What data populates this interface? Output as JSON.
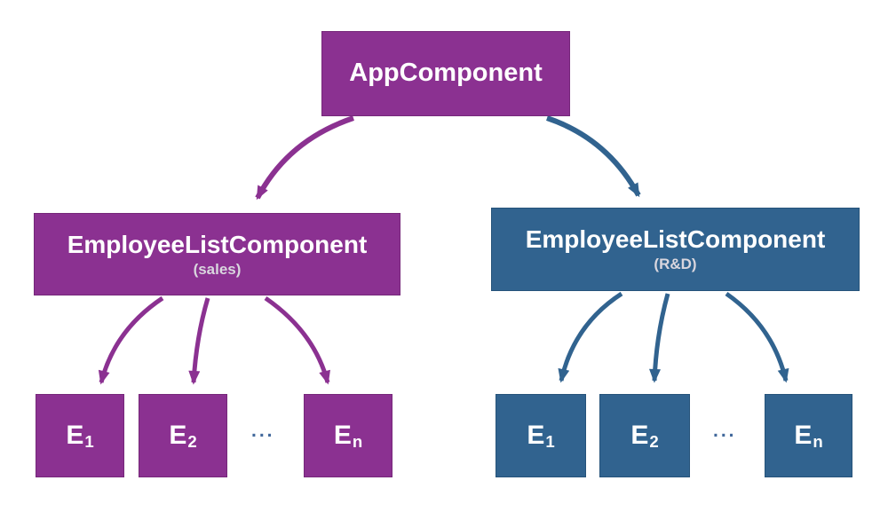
{
  "diagram": {
    "root": {
      "label": "AppComponent"
    },
    "groups": [
      {
        "label": "EmployeeListComponent",
        "sublabel": "(sales)",
        "ellipsis": "...",
        "children": [
          {
            "base": "E",
            "sub": "1"
          },
          {
            "base": "E",
            "sub": "2"
          },
          {
            "base": "E",
            "sub": "n"
          }
        ]
      },
      {
        "label": "EmployeeListComponent",
        "sublabel": "(R&D)",
        "ellipsis": "...",
        "children": [
          {
            "base": "E",
            "sub": "1"
          },
          {
            "base": "E",
            "sub": "2"
          },
          {
            "base": "E",
            "sub": "n"
          }
        ]
      }
    ],
    "colors": {
      "purple": "#8b3191",
      "blue": "#31638f",
      "dots": "#41689b",
      "background": "#ffffff",
      "text": "#ffffff",
      "subtext": "#d9d6de"
    }
  }
}
